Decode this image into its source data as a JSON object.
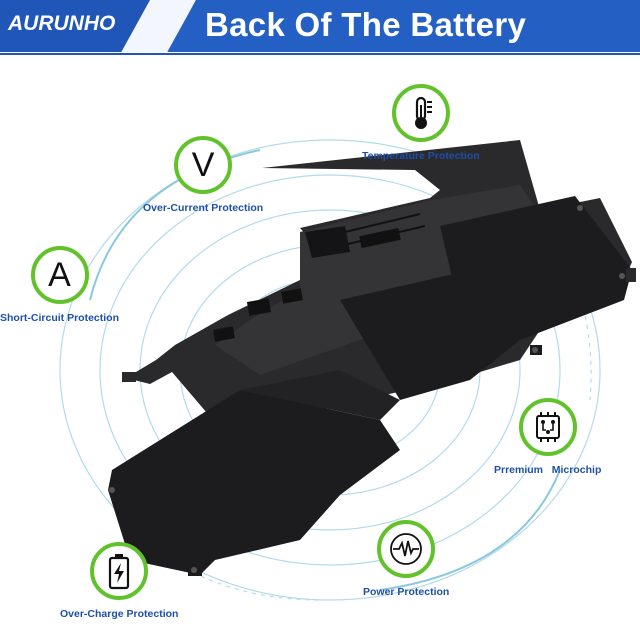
{
  "header": {
    "brand": "AURUNHO",
    "title": "Back Of The Battery",
    "colors": {
      "bar": "#1f56b8",
      "accent": "#2b6fd6"
    }
  },
  "features": {
    "temperature": {
      "label": "Temperature Protection",
      "icon": "thermometer-icon"
    },
    "over_current": {
      "label": "Over-Current Protection",
      "icon": "voltage-v-icon",
      "letter": "V"
    },
    "short_circuit": {
      "label": "Short-Circuit Protection",
      "icon": "ampere-a-icon",
      "letter": "A"
    },
    "microchip": {
      "label": "Prremium   Microchip",
      "icon": "microchip-icon"
    },
    "power": {
      "label": "Power Protection",
      "icon": "waveform-icon"
    },
    "over_charge": {
      "label": "Over-Charge Protection",
      "icon": "battery-bolt-icon"
    }
  },
  "colors": {
    "badge_ring": "#62c22b",
    "label_text": "#1f4fa8",
    "battery": "#1c1c1e",
    "swirl": "#9fd3e6"
  }
}
